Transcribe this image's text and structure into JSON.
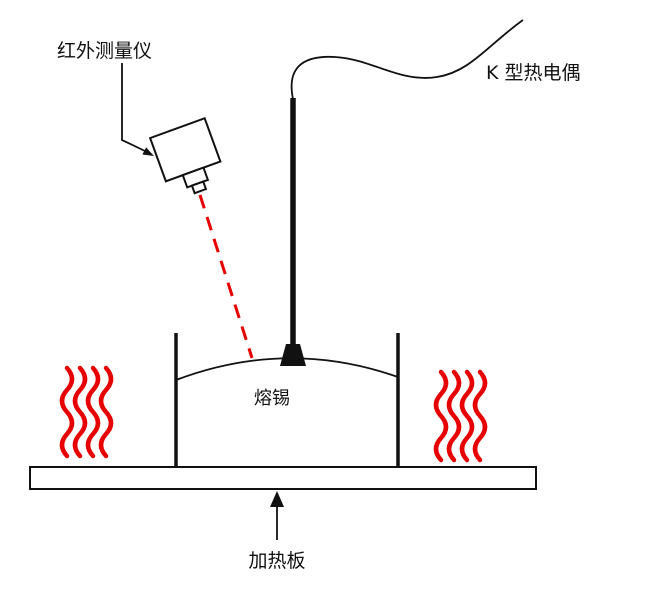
{
  "figure": {
    "labels": {
      "infrared_meter": "红外测量仪",
      "thermocouple": "K 型热电偶",
      "molten_solder": "熔锡",
      "heating_plate": "加热板"
    },
    "colors": {
      "heat_wave": "#e60000",
      "laser": "#e60000",
      "stroke": "#111111"
    }
  }
}
